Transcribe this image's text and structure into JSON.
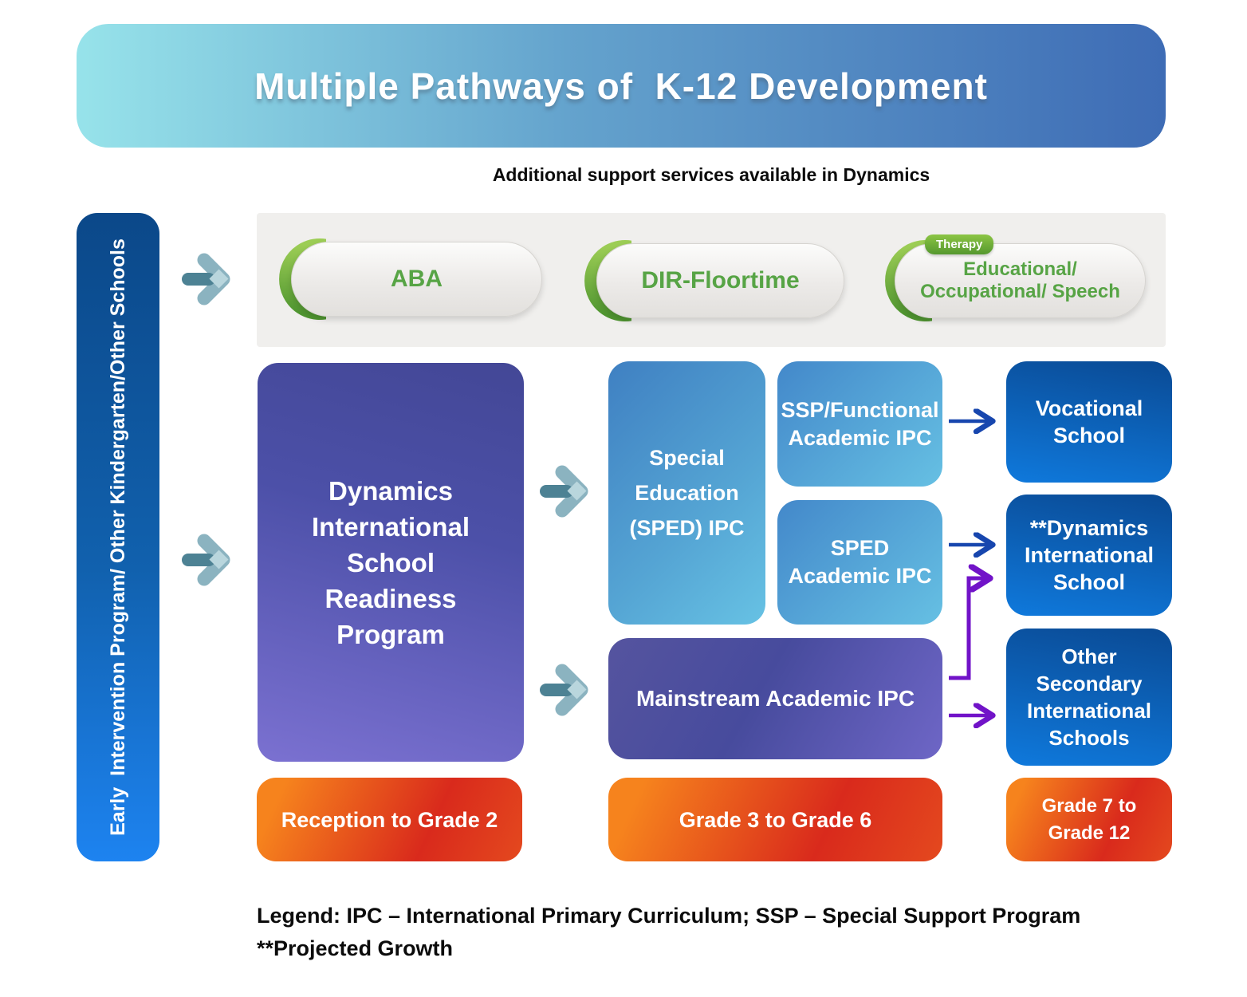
{
  "header": {
    "title": "Multiple Pathways of  K-12 Development"
  },
  "support_band": {
    "caption": "Additional support services available in Dynamics",
    "pills": [
      {
        "label": "ABA"
      },
      {
        "label": "DIR-Floortime"
      },
      {
        "label": "Educational/\nOccupational/ Speech",
        "tag": "Therapy"
      }
    ]
  },
  "left_rail": {
    "label": "Early  Intervention Program/ Other Kindergarten/Other Schools"
  },
  "boxes": {
    "readiness": "Dynamics\nInternational\nSchool\nReadiness\nProgram",
    "sped_ipc": "Special\nEducation\n(SPED) IPC",
    "ssp_functional": "SSP/Functional\nAcademic IPC",
    "sped_academic": "SPED\nAcademic IPC",
    "mainstream": "Mainstream Academic IPC",
    "vocational": "Vocational\nSchool",
    "dynamics_intl": "**Dynamics\nInternational\nSchool",
    "other_secondary": "Other\nSecondary\nInternational\nSchools"
  },
  "grades": {
    "reception": "Reception to Grade 2",
    "middle": "Grade 3 to Grade 6",
    "upper": "Grade 7 to\nGrade 12"
  },
  "legend": {
    "line1": "Legend: IPC – International Primary Curriculum; SSP – Special Support Program",
    "line2": "**Projected Growth"
  },
  "colors": {
    "banner_left": "#97e3ea",
    "banner_right": "#3e6cb5",
    "rail_top": "#0b4889",
    "rail_bottom": "#1d83f0",
    "pill_text_green": "#57a445",
    "crescent_green_light": "#96ca4f",
    "crescent_green_dark": "#55982f",
    "purple_box": "#4c50a8",
    "mid_blue_box": "#4388ca",
    "dark_blue_box": "#0a4a94",
    "grade_orange": "#f6831d",
    "grade_red": "#d92a1c",
    "flow_arrow_teal": "#4d8294",
    "connector_blue": "#1746ae",
    "connector_purple": "#7113c8",
    "band_gray": "#f0efed"
  }
}
